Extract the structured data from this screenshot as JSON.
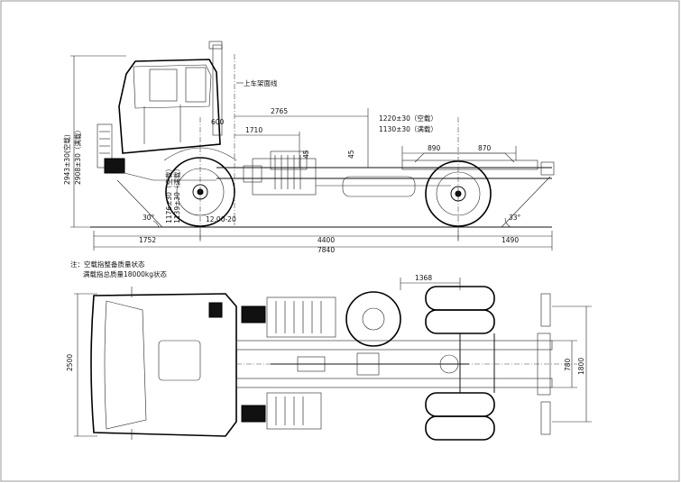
{
  "side_view": {
    "callout_top": "上车架面线",
    "dim_2765": "2765",
    "dim_1710": "1710",
    "dim_600": "600",
    "dim_45a": "45",
    "dim_45b": "45",
    "wheelbase_empty": "1220±30（空载）",
    "wheelbase_loaded": "1130±30（满载）",
    "dim_890": "890",
    "dim_870": "870",
    "height_empty": "2943±30(空载)",
    "height_loaded": "2908±30（满载）",
    "ground_empty": "1176±30（空载）",
    "ground_loaded": "1139±30（满载）",
    "clearance": "12.00-20",
    "angle_front": "30°",
    "angle_rear": "33°",
    "dim_1752": "1752",
    "dim_4400": "4400",
    "dim_1490": "1490",
    "dim_7840": "7840"
  },
  "notes": {
    "line1": "注：空载指整备质量状态",
    "line2": "满载指总质量18000kg状态"
  },
  "top_view": {
    "dim_1368": "1368",
    "dim_2500": "2500",
    "dim_1800": "1800",
    "dim_780": "780"
  }
}
